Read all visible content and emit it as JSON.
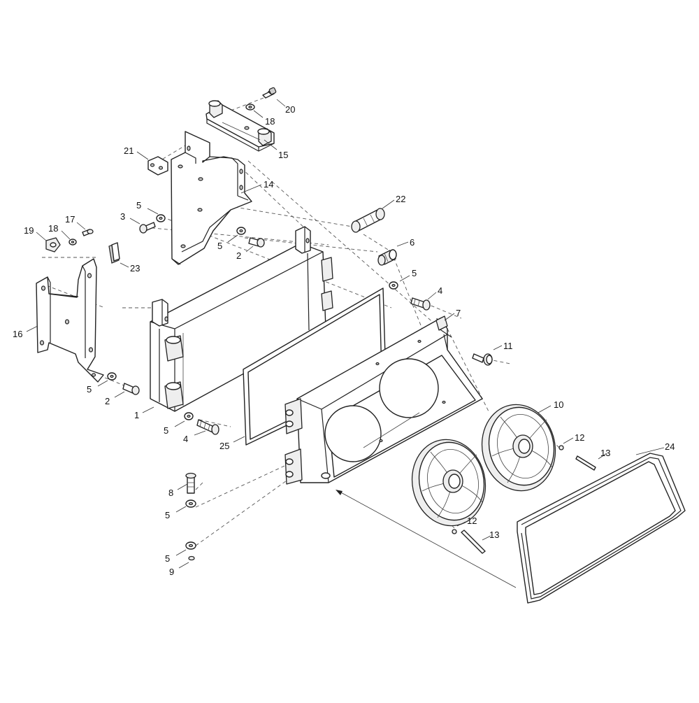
{
  "callouts": [
    {
      "id": "c20",
      "text": "20"
    },
    {
      "id": "c18a",
      "text": "18"
    },
    {
      "id": "c15",
      "text": "15"
    },
    {
      "id": "c21",
      "text": "21"
    },
    {
      "id": "c14",
      "text": "14"
    },
    {
      "id": "c22",
      "text": "22"
    },
    {
      "id": "c5a",
      "text": "5"
    },
    {
      "id": "c3",
      "text": "3"
    },
    {
      "id": "c17",
      "text": "17"
    },
    {
      "id": "c18b",
      "text": "18"
    },
    {
      "id": "c19",
      "text": "19"
    },
    {
      "id": "c5b",
      "text": "5"
    },
    {
      "id": "c2a",
      "text": "2"
    },
    {
      "id": "c6",
      "text": "6"
    },
    {
      "id": "c23",
      "text": "23"
    },
    {
      "id": "c5c",
      "text": "5"
    },
    {
      "id": "c4a",
      "text": "4"
    },
    {
      "id": "c7",
      "text": "7"
    },
    {
      "id": "c16",
      "text": "16"
    },
    {
      "id": "c11",
      "text": "11"
    },
    {
      "id": "c5d",
      "text": "5"
    },
    {
      "id": "c2b",
      "text": "2"
    },
    {
      "id": "c10",
      "text": "10"
    },
    {
      "id": "c1",
      "text": "1"
    },
    {
      "id": "c5e",
      "text": "5"
    },
    {
      "id": "c4b",
      "text": "4"
    },
    {
      "id": "c25",
      "text": "25"
    },
    {
      "id": "c12a",
      "text": "12"
    },
    {
      "id": "c13a",
      "text": "13"
    },
    {
      "id": "c24",
      "text": "24"
    },
    {
      "id": "c8",
      "text": "8"
    },
    {
      "id": "c5f",
      "text": "5"
    },
    {
      "id": "c12b",
      "text": "12"
    },
    {
      "id": "c13b",
      "text": "13"
    },
    {
      "id": "c5g",
      "text": "5"
    },
    {
      "id": "c9",
      "text": "9"
    }
  ]
}
